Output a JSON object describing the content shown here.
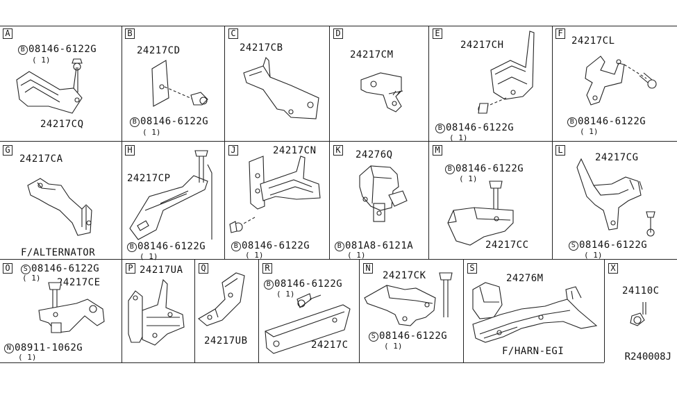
{
  "diagram": {
    "reference_code": "R240008J",
    "cells": [
      {
        "id": "A",
        "labels": [
          {
            "text": "08146-6122G",
            "prefix": "B",
            "qty": "( 1)"
          },
          {
            "text": "24217CQ"
          }
        ]
      },
      {
        "id": "B",
        "labels": [
          {
            "text": "24217CD"
          },
          {
            "text": "08146-6122G",
            "prefix": "B",
            "qty": "( 1)"
          }
        ]
      },
      {
        "id": "C",
        "labels": [
          {
            "text": "24217CB"
          }
        ]
      },
      {
        "id": "D",
        "labels": [
          {
            "text": "24217CM"
          }
        ]
      },
      {
        "id": "E",
        "labels": [
          {
            "text": "24217CH"
          },
          {
            "text": "08146-6122G",
            "prefix": "B",
            "qty": "( 1)"
          }
        ]
      },
      {
        "id": "F",
        "labels": [
          {
            "text": "24217CL"
          },
          {
            "text": "08146-6122G",
            "prefix": "B",
            "qty": "( 1)"
          }
        ]
      },
      {
        "id": "G",
        "labels": [
          {
            "text": "24217CA"
          },
          {
            "text": "F/ALTERNATOR"
          }
        ]
      },
      {
        "id": "H",
        "labels": [
          {
            "text": "24217CP"
          },
          {
            "text": "08146-6122G",
            "prefix": "B",
            "qty": "( 1)"
          }
        ]
      },
      {
        "id": "J",
        "labels": [
          {
            "text": "24217CN"
          },
          {
            "text": "08146-6122G",
            "prefix": "B",
            "qty": "( 1)"
          }
        ]
      },
      {
        "id": "K",
        "labels": [
          {
            "text": "24276Q"
          },
          {
            "text": "081A8-6121A",
            "prefix": "B",
            "qty": "( 1)"
          }
        ]
      },
      {
        "id": "M",
        "labels": [
          {
            "text": "08146-6122G",
            "prefix": "B",
            "qty": "( 1)"
          },
          {
            "text": "24217CC"
          }
        ]
      },
      {
        "id": "L",
        "labels": [
          {
            "text": "24217CG"
          },
          {
            "text": "08146-6122G",
            "prefix": "S",
            "qty": "( 1)"
          }
        ]
      },
      {
        "id": "O",
        "labels": [
          {
            "text": "08146-6122G",
            "prefix": "S",
            "qty": "( 1)"
          },
          {
            "text": "24217CE"
          },
          {
            "text": "08911-1062G",
            "prefix": "N",
            "qty": "( 1)"
          }
        ]
      },
      {
        "id": "P",
        "labels": [
          {
            "text": "24217UA"
          }
        ]
      },
      {
        "id": "Q",
        "labels": [
          {
            "text": "24217UB"
          }
        ]
      },
      {
        "id": "R",
        "labels": [
          {
            "text": "08146-6122G",
            "prefix": "B",
            "qty": "( 1)"
          },
          {
            "text": "24217C"
          }
        ]
      },
      {
        "id": "N",
        "labels": [
          {
            "text": "24217CK"
          },
          {
            "text": "08146-6122G",
            "prefix": "S",
            "qty": "( 1)"
          }
        ]
      },
      {
        "id": "S",
        "labels": [
          {
            "text": "24276M"
          },
          {
            "text": "F/HARN-EGI"
          }
        ]
      },
      {
        "id": "X",
        "labels": [
          {
            "text": "24110C"
          }
        ]
      }
    ]
  }
}
